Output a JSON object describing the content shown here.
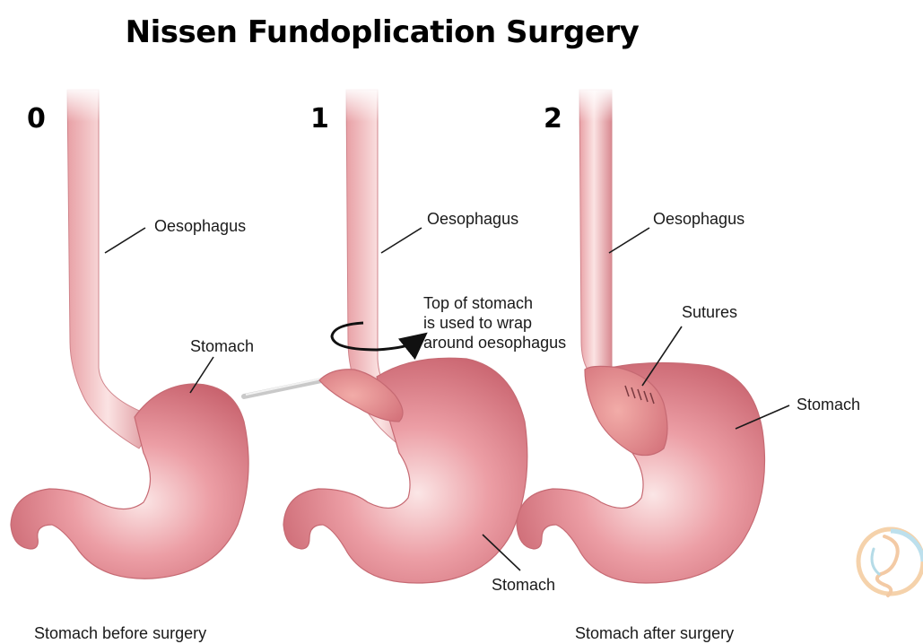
{
  "title": "Nissen Fundoplication Surgery",
  "panels": [
    {
      "number": "0",
      "labels": {
        "oesophagus": "Oesophagus",
        "stomach": "Stomach"
      }
    },
    {
      "number": "1",
      "labels": {
        "oesophagus": "Oesophagus",
        "stomach": "Stomach",
        "wrap_note": [
          "Top of stomach",
          "is used to wrap",
          "around oesophagus"
        ]
      }
    },
    {
      "number": "2",
      "labels": {
        "oesophagus": "Oesophagus",
        "sutures": "Sutures",
        "stomach": "Stomach"
      }
    }
  ],
  "captions": {
    "before": "Stomach before surgery",
    "after": "Stomach after surgery"
  },
  "logo": {
    "icon": "digestive-system-logo-icon"
  },
  "colors": {
    "tissue_fill": "#e8909a",
    "tissue_dark": "#c96570",
    "tissue_light": "#f6d4d6",
    "text": "#1a1a1a"
  }
}
